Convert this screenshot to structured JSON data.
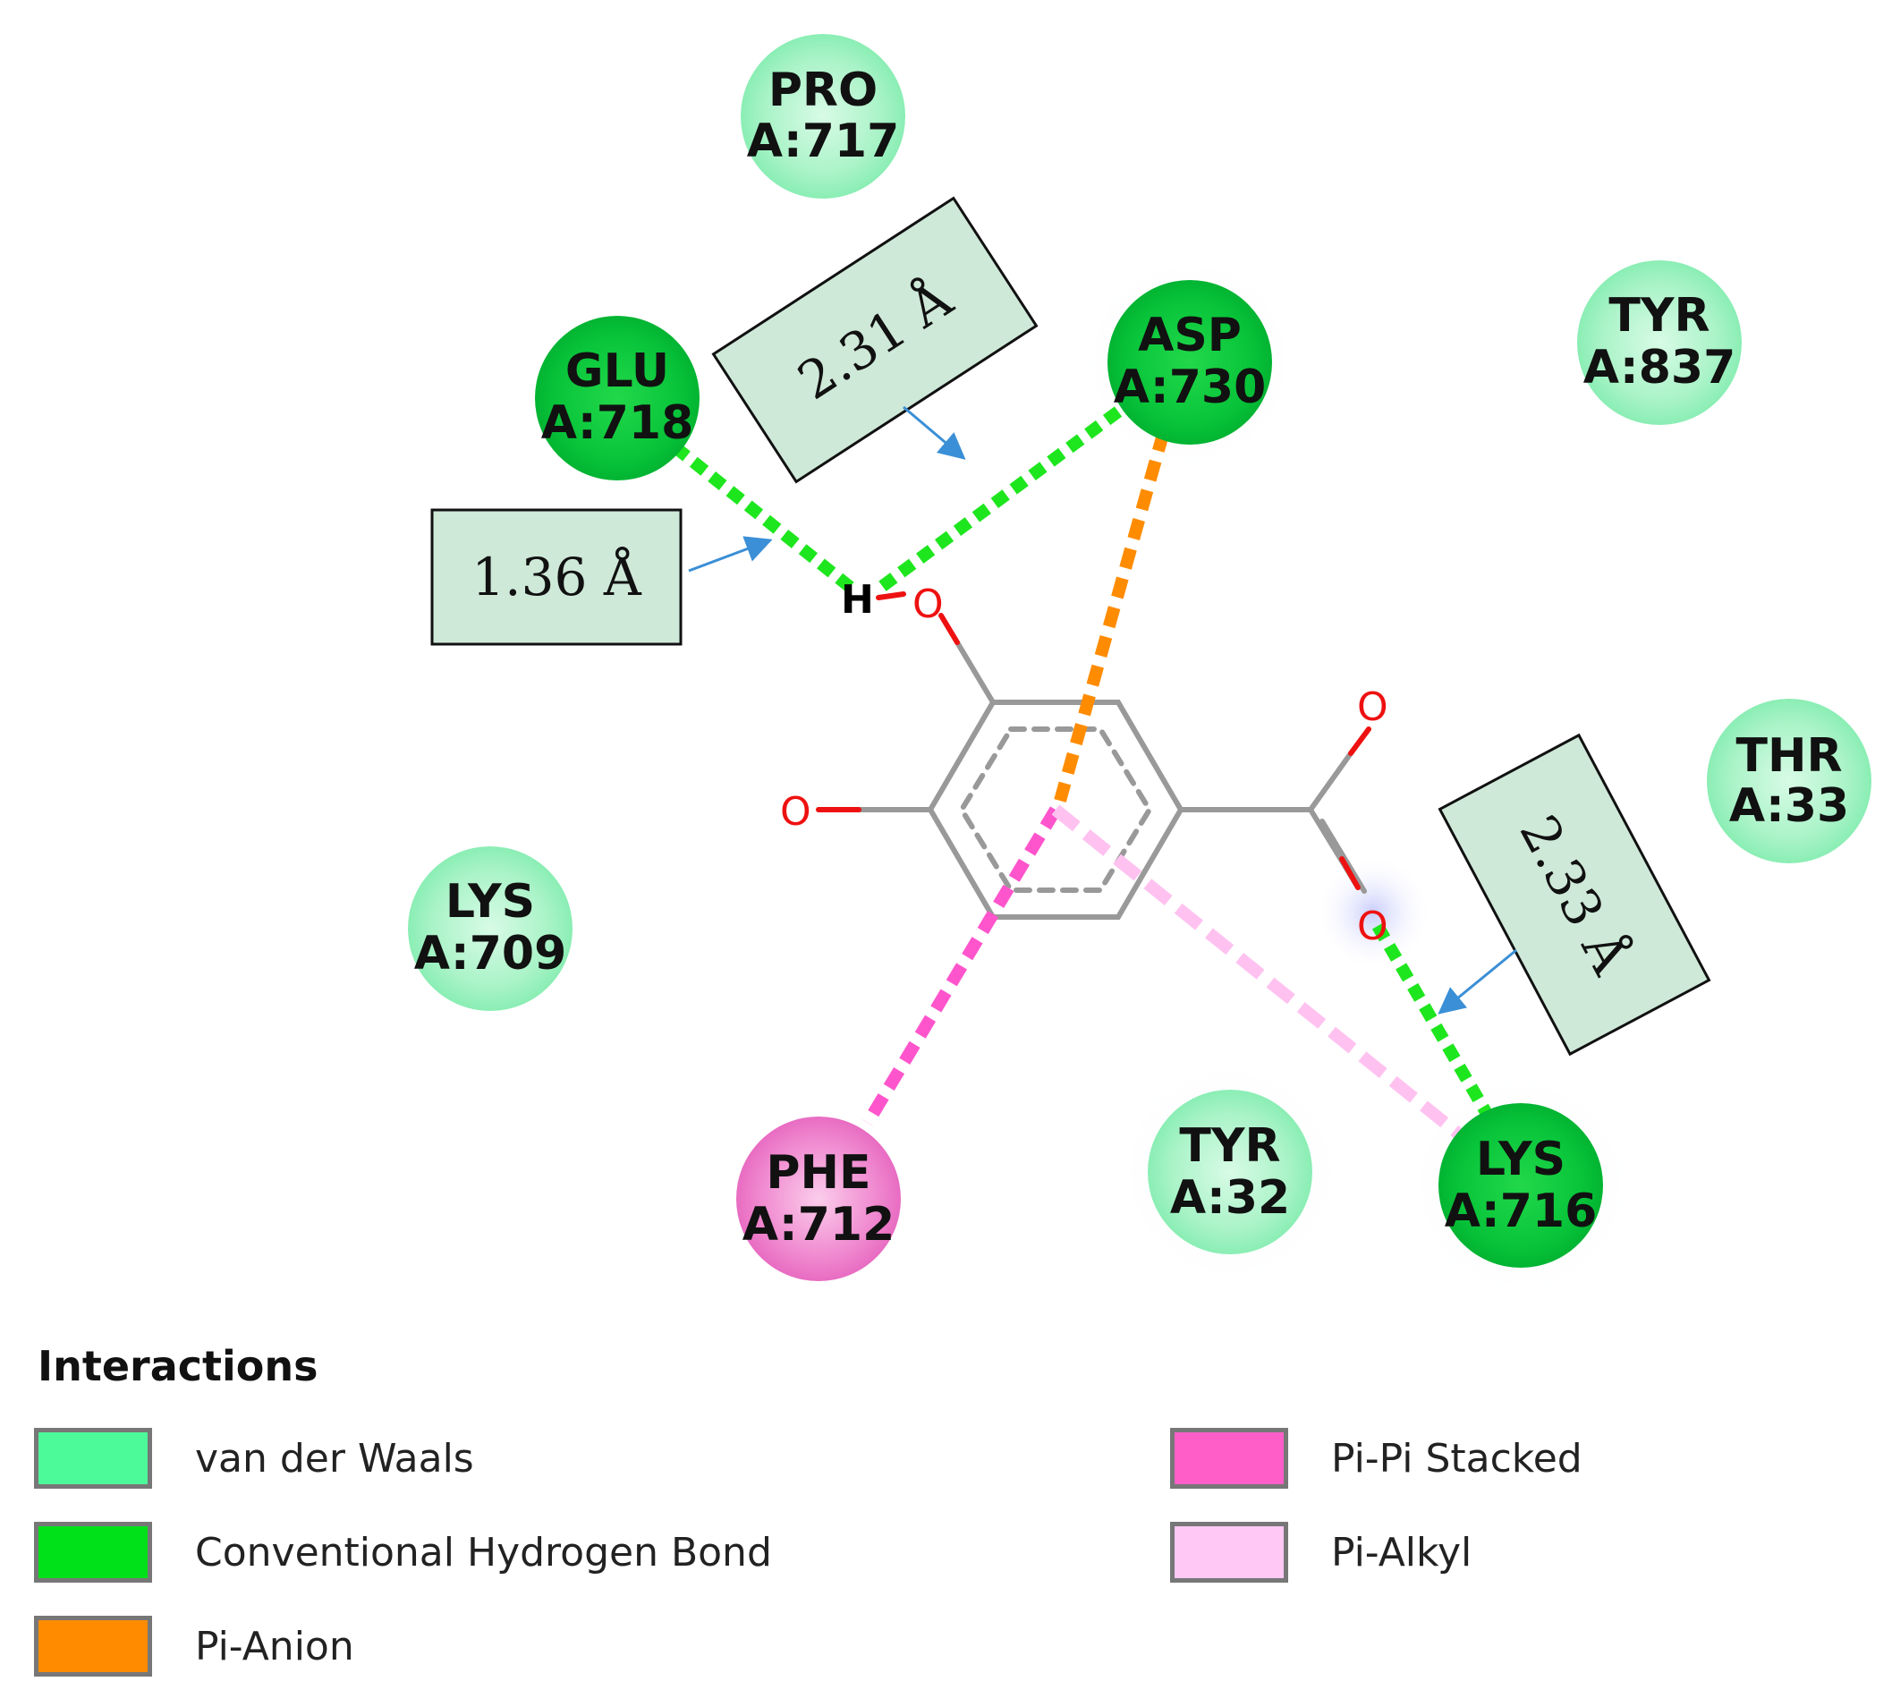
{
  "residues": [
    {
      "name": "PRO",
      "chain_id": "A:717",
      "interaction": "van der Waals"
    },
    {
      "name": "GLU",
      "chain_id": "A:718",
      "interaction": "Conventional Hydrogen Bond"
    },
    {
      "name": "ASP",
      "chain_id": "A:730",
      "interaction": "Conventional Hydrogen Bond"
    },
    {
      "name": "TYR",
      "chain_id": "A:837",
      "interaction": "van der Waals"
    },
    {
      "name": "THR",
      "chain_id": "A:33",
      "interaction": "van der Waals"
    },
    {
      "name": "LYS",
      "chain_id": "A:709",
      "interaction": "van der Waals"
    },
    {
      "name": "PHE",
      "chain_id": "A:712",
      "interaction": "Pi-Pi Stacked"
    },
    {
      "name": "TYR",
      "chain_id": "A:32",
      "interaction": "van der Waals"
    },
    {
      "name": "LYS",
      "chain_id": "A:716",
      "interaction": "Conventional Hydrogen Bond"
    }
  ],
  "distances": [
    {
      "label": "2.31 Å",
      "between": "ASP A:730 – H"
    },
    {
      "label": "1.36 Å",
      "between": "GLU A:718 – H"
    },
    {
      "label": "2.33 Å",
      "between": "LYS A:716 – O"
    }
  ],
  "atoms": {
    "hydrogen": "H",
    "oxygen": "O"
  },
  "legend": {
    "title": "Interactions",
    "items": [
      {
        "label": "van der Waals",
        "color": "#4dfa9a"
      },
      {
        "label": "Conventional Hydrogen Bond",
        "color": "#00e11a"
      },
      {
        "label": "Pi-Anion",
        "color": "#ff8c00"
      },
      {
        "label": "Pi-Pi Stacked",
        "color": "#ff5ec8"
      },
      {
        "label": "Pi-Alkyl",
        "color": "#ffc8f5"
      }
    ]
  },
  "colors": {
    "vdw_residue": "#a8f5c8",
    "hbond_residue": "#00c832",
    "pi_stacked_residue": "#ee6ec0",
    "hbond_line": "#1ee61e",
    "pi_anion_line": "#ff8c00",
    "pi_stacked_line": "#ff55cc",
    "pi_alkyl_line": "#ffc2f0",
    "bond": "#999999",
    "oxygen": "#ee1111",
    "distance_box": "#cfe9d9",
    "arrow": "#3b8fd6"
  }
}
